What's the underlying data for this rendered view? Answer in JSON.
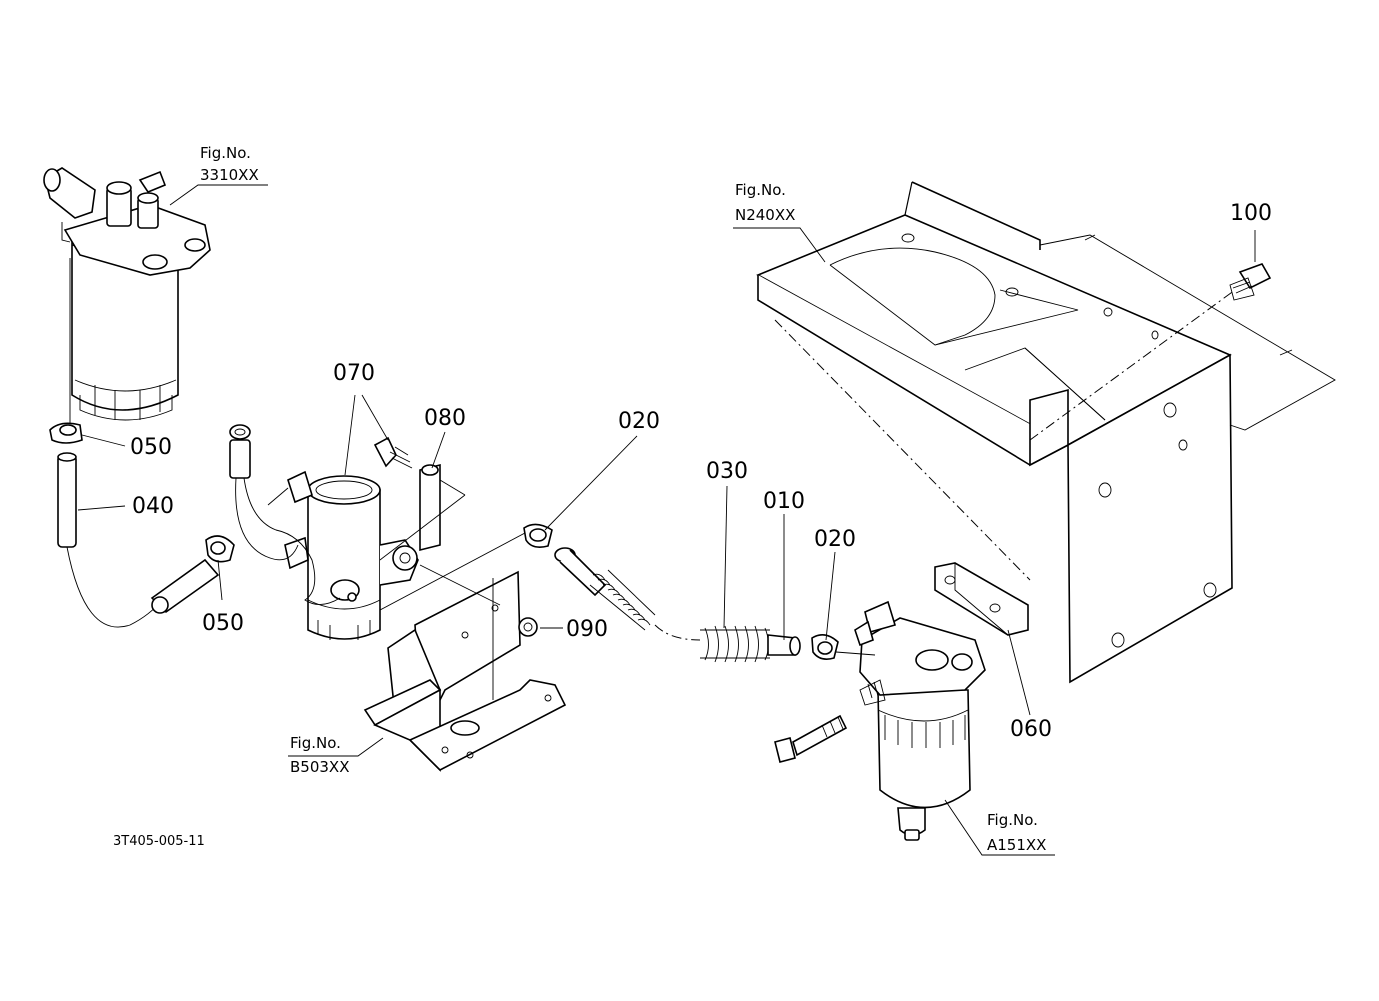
{
  "part_labels": {
    "p100": "100",
    "p070": "070",
    "p080": "080",
    "p020a": "020",
    "p030": "030",
    "p010": "010",
    "p020b": "020",
    "p050a": "050",
    "p040": "040",
    "p050b": "050",
    "p090": "090",
    "p060": "060"
  },
  "figure_refs": {
    "f3310": {
      "caption": "Fig.No.",
      "number": "3310XX"
    },
    "fN240": {
      "caption": "Fig.No.",
      "number": "N240XX"
    },
    "fB503": {
      "caption": "Fig.No.",
      "number": "B503XX"
    },
    "fA151": {
      "caption": "Fig.No.",
      "number": "A151XX"
    }
  },
  "drawing_code": "3T405-005-11"
}
